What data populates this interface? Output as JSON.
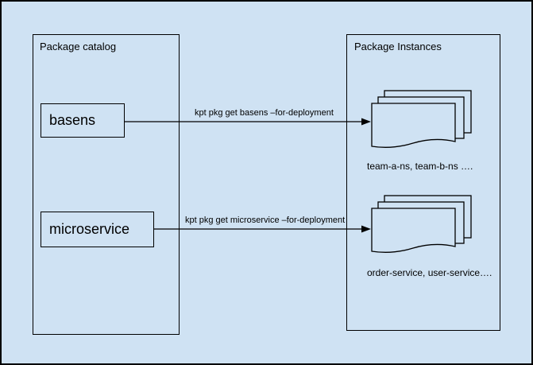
{
  "colors": {
    "background": "#cfe2f3",
    "stroke": "#000000"
  },
  "catalog": {
    "title": "Package catalog",
    "packages": [
      {
        "name": "basens"
      },
      {
        "name": "microservice"
      }
    ]
  },
  "instances": {
    "title": "Package Instances",
    "stacks": [
      {
        "icon": "document-stack-icon",
        "caption": "team-a-ns, team-b-ns …."
      },
      {
        "icon": "document-stack-icon",
        "caption": "order-service, user-service…."
      }
    ]
  },
  "arrows": [
    {
      "label": "kpt pkg get basens –for-deployment"
    },
    {
      "label": "kpt pkg get microservice –for-deployment"
    }
  ]
}
